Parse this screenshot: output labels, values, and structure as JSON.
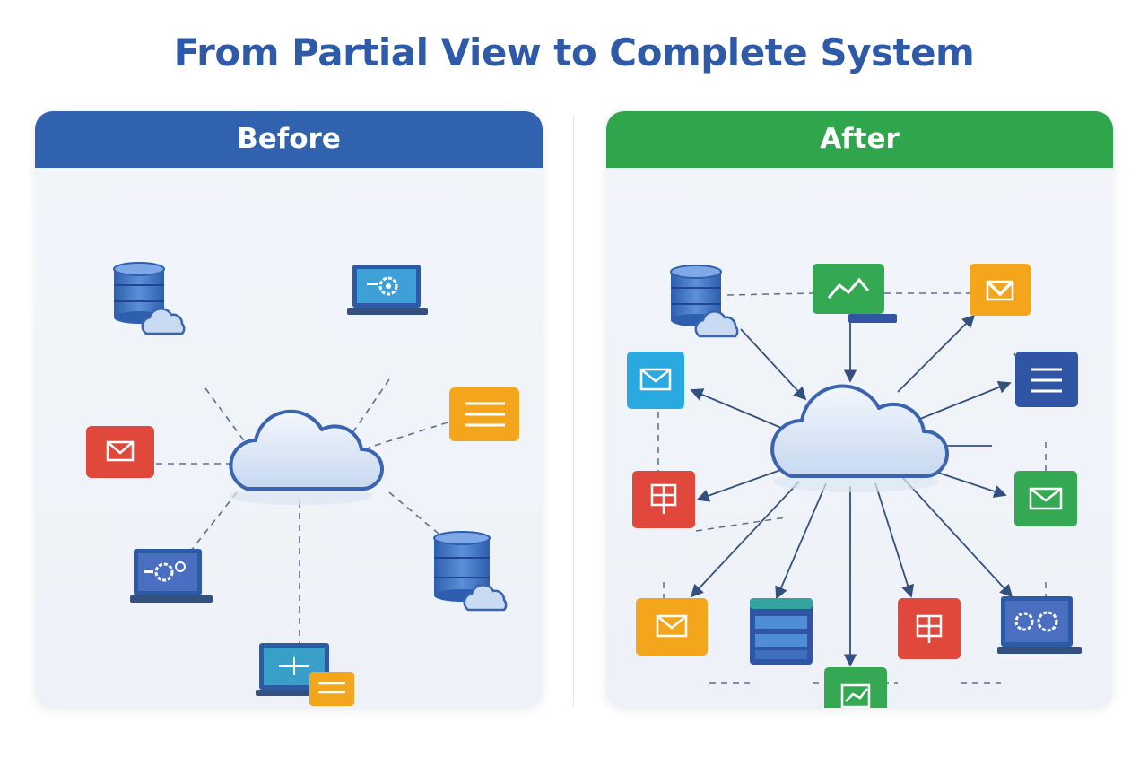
{
  "title": "From Partial View to Complete System",
  "panels": {
    "before": {
      "label": "Before",
      "color": "#3162b0"
    },
    "after": {
      "label": "After",
      "color": "#2fa64c"
    }
  },
  "colors": {
    "blue_server": "#3b6fbf",
    "cloud_fill": "#d6e4f6",
    "cloud_stroke": "#3a64ad",
    "red": "#e0483c",
    "orange": "#f3a51c",
    "green": "#35a853",
    "cyan": "#29a9e0",
    "navy": "#2f55a4",
    "connector": "#5a6f92",
    "arrow": "#34507e"
  },
  "icons": {
    "before": [
      "database-cloud-icon",
      "laptop-gear-icon",
      "envelope-icon",
      "document-list-icon",
      "laptop-gear-icon",
      "database-cloud-icon",
      "laptop-network-icon",
      "central-cloud-icon"
    ],
    "after": [
      "database-cloud-icon",
      "chart-card-icon",
      "mail-badge-icon",
      "envelope-icon",
      "list-card-icon",
      "hierarchy-icon",
      "envelope-icon",
      "envelope-icon",
      "server-rack-icon",
      "hierarchy-icon",
      "laptop-gear-icon",
      "chart-card-icon",
      "central-cloud-icon"
    ]
  }
}
